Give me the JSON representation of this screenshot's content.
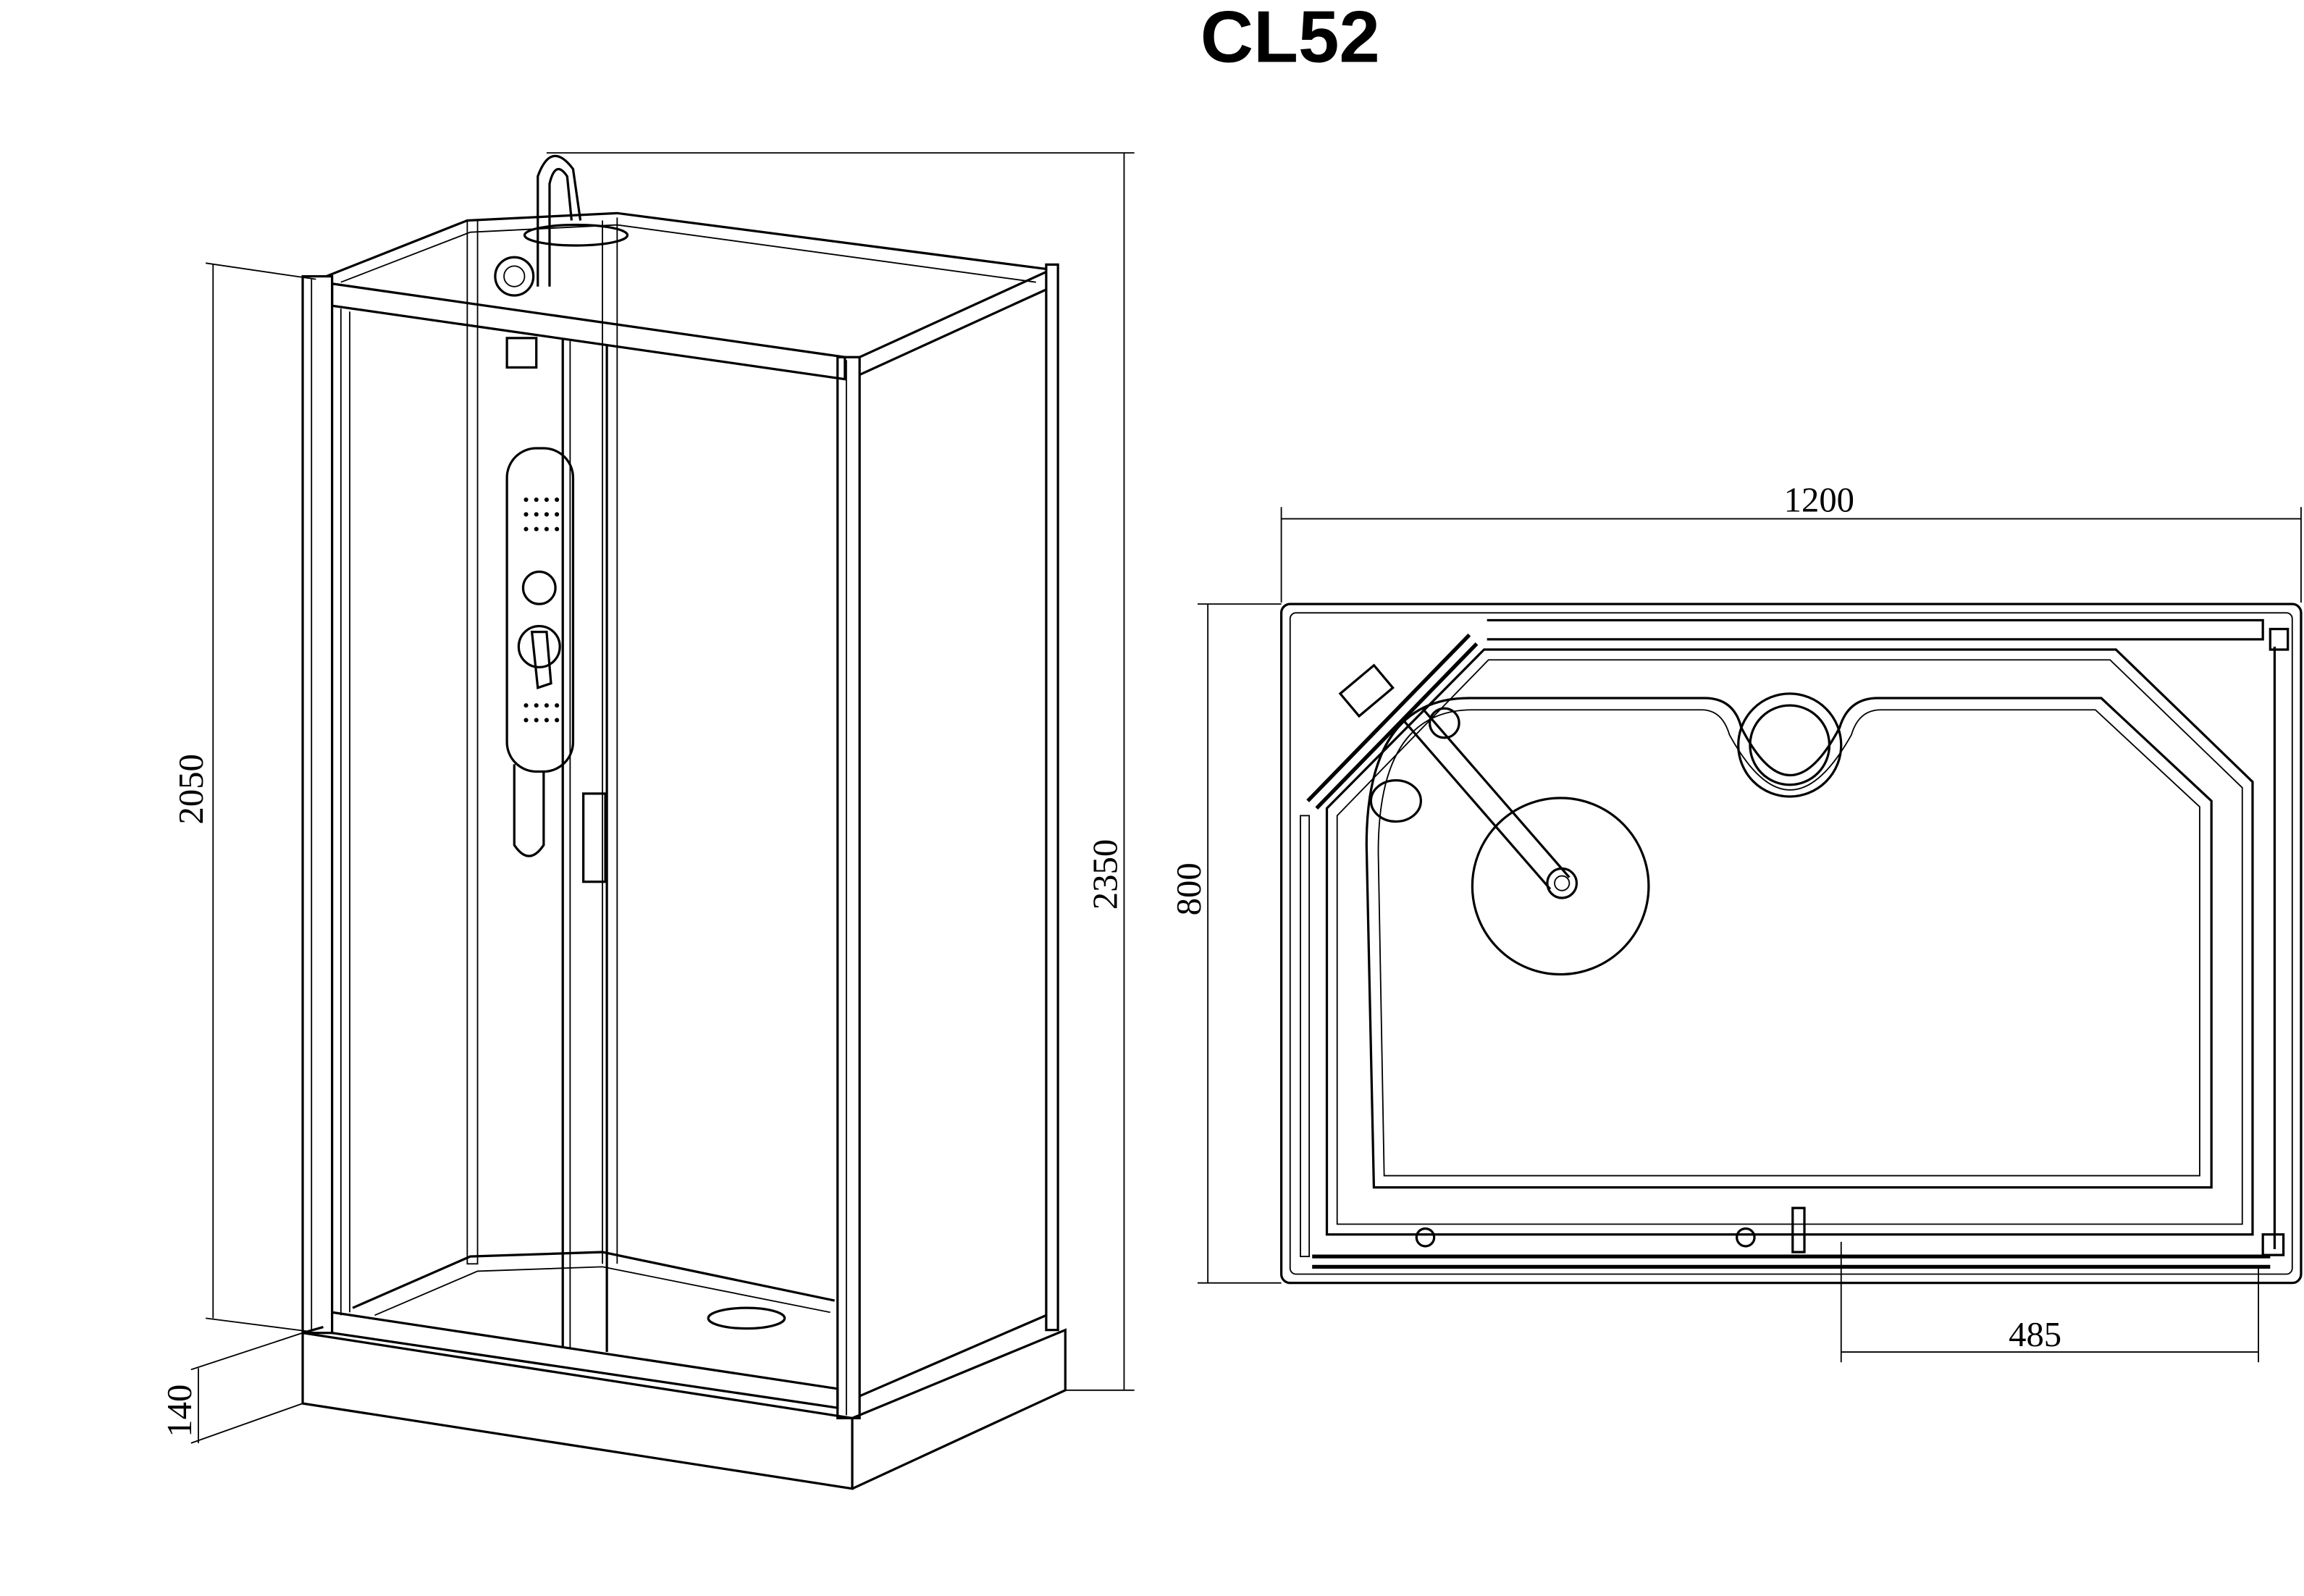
{
  "title": "CL52",
  "side_view": {
    "dim_cabin_height": "2050",
    "dim_total_height": "2350",
    "dim_tray_height": "140"
  },
  "plan_view": {
    "dim_width": "1200",
    "dim_depth": "800",
    "dim_drain_offset": "485"
  },
  "colors": {
    "line": "#000000",
    "background": "#ffffff"
  }
}
